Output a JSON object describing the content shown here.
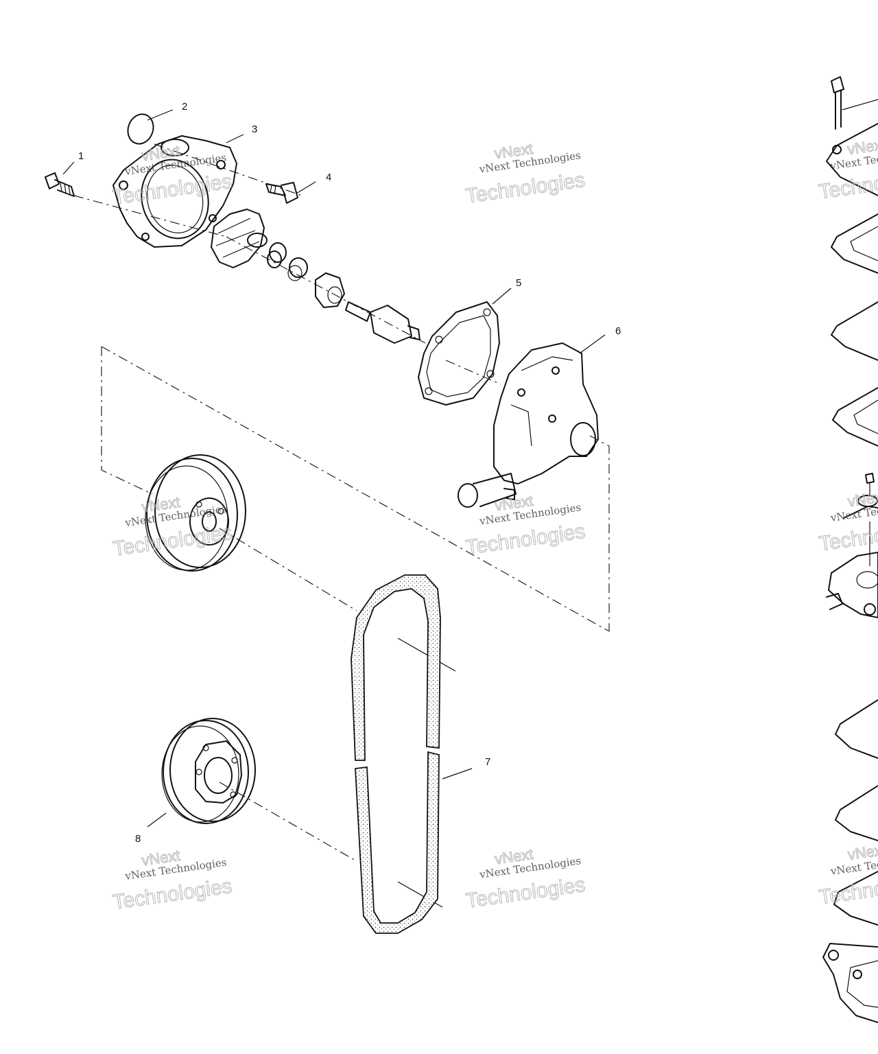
{
  "callouts": [
    {
      "label": "1",
      "name": "bolt"
    },
    {
      "label": "2",
      "name": "o-ring"
    },
    {
      "label": "3",
      "name": "pump-cover"
    },
    {
      "label": "4",
      "name": "bolt-small"
    },
    {
      "label": "5",
      "name": "gasket"
    },
    {
      "label": "6",
      "name": "pump-housing"
    },
    {
      "label": "7",
      "name": "belt"
    },
    {
      "label": "8",
      "name": "pulley-crank"
    }
  ],
  "watermark": {
    "line1": "vNext Technologies",
    "brand": "Technologies",
    "small": "vNext"
  }
}
